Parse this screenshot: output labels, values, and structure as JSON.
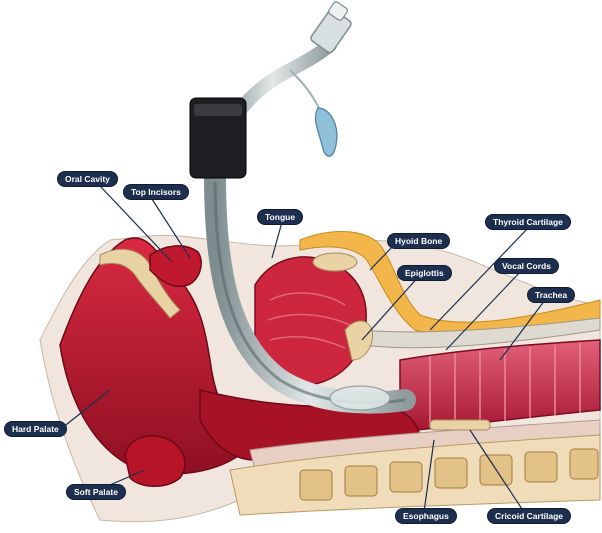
{
  "labels": {
    "oral_cavity": "Oral Cavity",
    "top_incisors": "Top Incisors",
    "tongue": "Tongue",
    "hyoid_bone": "Hyoid Bone",
    "thyroid_cartilage": "Thyroid Cartilage",
    "epiglottis": "Epiglottis",
    "vocal_cords": "Vocal Cords",
    "trachea": "Trachea",
    "hard_palate": "Hard Palate",
    "soft_palate": "Soft Palate",
    "esophagus": "Esophagus",
    "cricoid_cartilage": "Cricoid Cartilage"
  },
  "colors": {
    "label_bg": "#1c2f4f",
    "label_text": "#ffffff",
    "leader_line": "#1c2f4f",
    "tissue_red": "#c0182e",
    "tissue_dark": "#8f0f22",
    "bone": "#e9d3a4",
    "fat": "#f2b64a",
    "tube": "#c9d3d5",
    "cuff": "#8ec0da"
  }
}
